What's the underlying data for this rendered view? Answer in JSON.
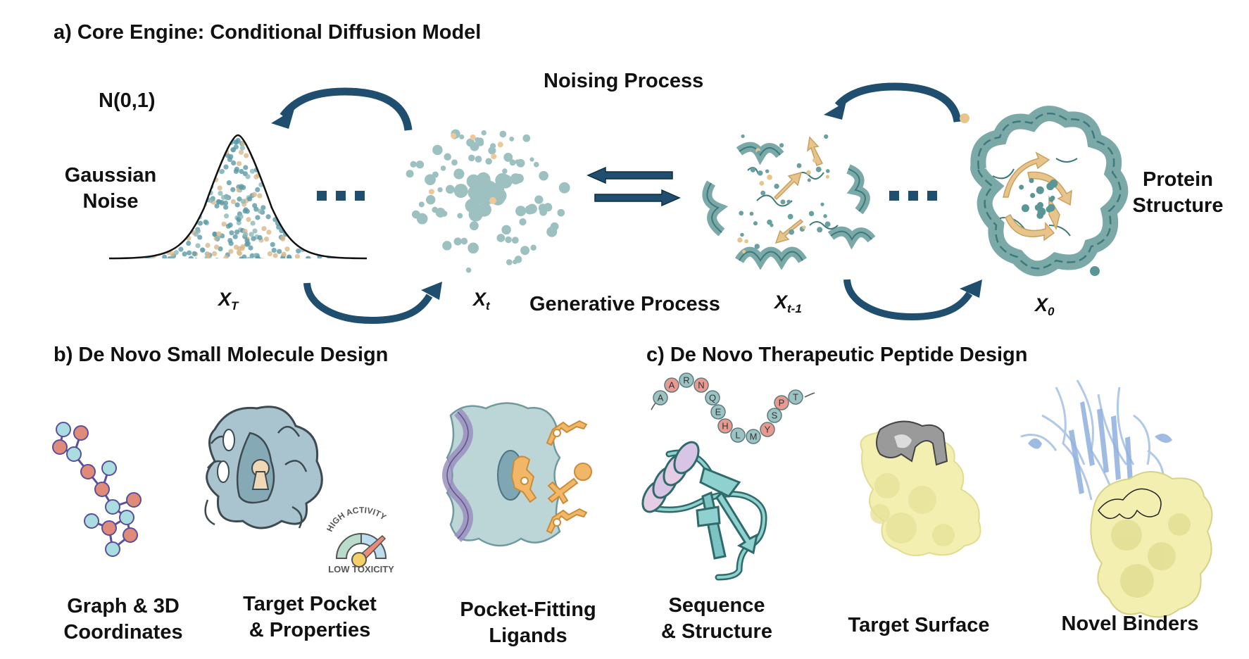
{
  "figure": {
    "colors": {
      "arrow_navy": "#1f4e6e",
      "teal": "#7aa9a8",
      "teal_dark": "#3e7a7b",
      "sand": "#e6c48a",
      "molecule_red": "#e08a7a",
      "molecule_cyan": "#a9dde0",
      "bond_purple": "#5a4f9a",
      "pocket_blue": "#a9c4cf",
      "ligand_orange": "#f2b766",
      "surface_yellow": "#f2efb0",
      "binder_blue": "#a9c3e6",
      "helix_lilac": "#d8c5e6"
    }
  },
  "panel_a": {
    "title": "a) Core Engine: Conditional Diffusion Model",
    "n01": "N(0,1)",
    "gaussian_noise_line1": "Gaussian",
    "gaussian_noise_line2": "Noise",
    "noising_process": "Noising Process",
    "generative_process": "Generative Process",
    "protein_structure_line1": "Protein",
    "protein_structure_line2": "Structure",
    "vars": {
      "xT": {
        "base": "X",
        "sub": "T"
      },
      "xt": {
        "base": "X",
        "sub": "t"
      },
      "xt1": {
        "base": "X",
        "sub": "t-1"
      },
      "x0": {
        "base": "X",
        "sub": "0"
      }
    },
    "ellipsis_icon": "three-squares"
  },
  "panel_b": {
    "title": "b) De Novo Small Molecule Design",
    "items": [
      {
        "line1": "Graph & 3D",
        "line2": "Coordinates"
      },
      {
        "line1": "Target Pocket",
        "line2": "& Properties"
      },
      {
        "line1": "Pocket-Fitting",
        "line2": "Ligands"
      }
    ],
    "gauge": {
      "top_label": "HIGH ACTIVITY",
      "bottom_label": "LOW TOXICITY"
    }
  },
  "panel_c": {
    "title": "c) De Novo Therapeutic Peptide Design",
    "sequence": [
      {
        "res": "A",
        "kind": "teal"
      },
      {
        "res": "A",
        "kind": "red"
      },
      {
        "res": "R",
        "kind": "teal"
      },
      {
        "res": "N",
        "kind": "red"
      },
      {
        "res": "Q",
        "kind": "teal"
      },
      {
        "res": "E",
        "kind": "teal"
      },
      {
        "res": "H",
        "kind": "red"
      },
      {
        "res": "L",
        "kind": "teal"
      },
      {
        "res": "M",
        "kind": "teal"
      },
      {
        "res": "Y",
        "kind": "red"
      },
      {
        "res": "S",
        "kind": "teal"
      },
      {
        "res": "P",
        "kind": "red"
      },
      {
        "res": "T",
        "kind": "teal"
      }
    ],
    "items": [
      {
        "line1": "Sequence",
        "line2": "& Structure"
      },
      {
        "line1": "Target Surface",
        "line2": ""
      },
      {
        "line1": "Novel Binders",
        "line2": ""
      }
    ]
  }
}
